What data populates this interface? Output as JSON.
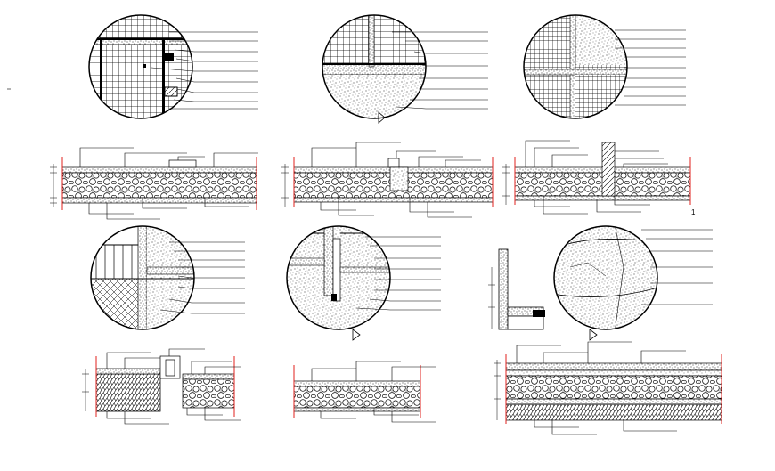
{
  "drawing": {
    "ink_color": "#000000",
    "accent_color": "#e0201c",
    "background": "#ffffff",
    "sheet_marker": "1"
  },
  "details": {
    "circles": [
      {
        "id": "detail-circle-1",
        "pattern": "grid-tile",
        "label_count": 9
      },
      {
        "id": "detail-circle-2",
        "pattern": "grid-over-speckle",
        "label_count": 8
      },
      {
        "id": "detail-circle-3",
        "pattern": "grid-and-speckle",
        "label_count": 9
      },
      {
        "id": "detail-circle-4",
        "pattern": "hatch-and-speckle",
        "label_count": 8
      },
      {
        "id": "detail-circle-5",
        "pattern": "speckle-with-joint",
        "label_count": 8
      },
      {
        "id": "detail-circle-6",
        "pattern": "speckle-cracked",
        "label_count": 6
      }
    ],
    "sections": [
      {
        "id": "section-1",
        "label_count": 8
      },
      {
        "id": "section-2",
        "label_count": 9
      },
      {
        "id": "section-3",
        "label_count": 10
      },
      {
        "id": "section-4",
        "label_count": 9
      },
      {
        "id": "section-5",
        "label_count": 6
      },
      {
        "id": "section-6",
        "label_count": 7
      }
    ]
  }
}
